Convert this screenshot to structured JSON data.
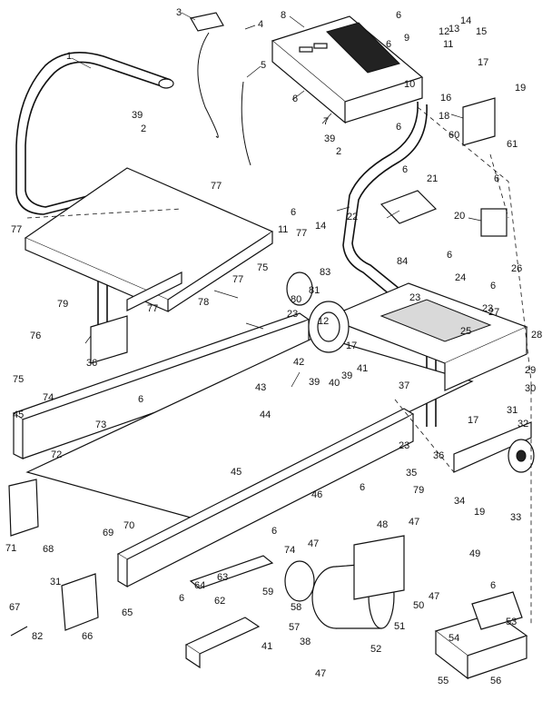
{
  "diagram": {
    "callouts": [
      {
        "id": "c1",
        "text": "1"
      },
      {
        "id": "c2a",
        "text": "2"
      },
      {
        "id": "c2b",
        "text": "2"
      },
      {
        "id": "c3",
        "text": "3"
      },
      {
        "id": "c4",
        "text": "4"
      },
      {
        "id": "c5",
        "text": "5"
      },
      {
        "id": "c6a",
        "text": "6"
      },
      {
        "id": "c6b",
        "text": "6"
      },
      {
        "id": "c6c",
        "text": "6"
      },
      {
        "id": "c6d",
        "text": "6"
      },
      {
        "id": "c6e",
        "text": "6"
      },
      {
        "id": "c6f",
        "text": "6"
      },
      {
        "id": "c6g",
        "text": "6"
      },
      {
        "id": "c6h",
        "text": "6"
      },
      {
        "id": "c6i",
        "text": "6"
      },
      {
        "id": "c6j",
        "text": "6"
      },
      {
        "id": "c6k",
        "text": "6"
      },
      {
        "id": "c6l",
        "text": "6"
      },
      {
        "id": "c6m",
        "text": "6"
      },
      {
        "id": "c6n",
        "text": "6"
      },
      {
        "id": "c7",
        "text": "7"
      },
      {
        "id": "c8",
        "text": "8"
      },
      {
        "id": "c9",
        "text": "9"
      },
      {
        "id": "c10",
        "text": "10"
      },
      {
        "id": "c11a",
        "text": "11"
      },
      {
        "id": "c11b",
        "text": "11"
      },
      {
        "id": "c12a",
        "text": "12"
      },
      {
        "id": "c12b",
        "text": "12"
      },
      {
        "id": "c13",
        "text": "13"
      },
      {
        "id": "c14a",
        "text": "14"
      },
      {
        "id": "c14b",
        "text": "14"
      },
      {
        "id": "c15",
        "text": "15"
      },
      {
        "id": "c16",
        "text": "16"
      },
      {
        "id": "c17a",
        "text": "17"
      },
      {
        "id": "c17b",
        "text": "17"
      },
      {
        "id": "c17c",
        "text": "17"
      },
      {
        "id": "c18",
        "text": "18"
      },
      {
        "id": "c19a",
        "text": "19"
      },
      {
        "id": "c19b",
        "text": "19"
      },
      {
        "id": "c20",
        "text": "20"
      },
      {
        "id": "c21",
        "text": "21"
      },
      {
        "id": "c22",
        "text": "22"
      },
      {
        "id": "c23a",
        "text": "23"
      },
      {
        "id": "c23b",
        "text": "23"
      },
      {
        "id": "c23c",
        "text": "23"
      },
      {
        "id": "c23d",
        "text": "23"
      },
      {
        "id": "c24",
        "text": "24"
      },
      {
        "id": "c25",
        "text": "25"
      },
      {
        "id": "c26",
        "text": "26"
      },
      {
        "id": "c27",
        "text": "27"
      },
      {
        "id": "c28",
        "text": "28"
      },
      {
        "id": "c29",
        "text": "29"
      },
      {
        "id": "c30",
        "text": "30"
      },
      {
        "id": "c31a",
        "text": "31"
      },
      {
        "id": "c31b",
        "text": "31"
      },
      {
        "id": "c32",
        "text": "32"
      },
      {
        "id": "c33",
        "text": "33"
      },
      {
        "id": "c34",
        "text": "34"
      },
      {
        "id": "c35",
        "text": "35"
      },
      {
        "id": "c36a",
        "text": "36"
      },
      {
        "id": "c36b",
        "text": "36"
      },
      {
        "id": "c37",
        "text": "37"
      },
      {
        "id": "c38",
        "text": "38"
      },
      {
        "id": "c39a",
        "text": "39"
      },
      {
        "id": "c39b",
        "text": "39"
      },
      {
        "id": "c39c",
        "text": "39"
      },
      {
        "id": "c39d",
        "text": "39"
      },
      {
        "id": "c40",
        "text": "40"
      },
      {
        "id": "c41a",
        "text": "41"
      },
      {
        "id": "c41b",
        "text": "41"
      },
      {
        "id": "c42",
        "text": "42"
      },
      {
        "id": "c43",
        "text": "43"
      },
      {
        "id": "c44",
        "text": "44"
      },
      {
        "id": "c45a",
        "text": "45"
      },
      {
        "id": "c45b",
        "text": "45"
      },
      {
        "id": "c46",
        "text": "46"
      },
      {
        "id": "c47a",
        "text": "47"
      },
      {
        "id": "c47b",
        "text": "47"
      },
      {
        "id": "c47c",
        "text": "47"
      },
      {
        "id": "c47d",
        "text": "47"
      },
      {
        "id": "c48",
        "text": "48"
      },
      {
        "id": "c49",
        "text": "49"
      },
      {
        "id": "c50",
        "text": "50"
      },
      {
        "id": "c51",
        "text": "51"
      },
      {
        "id": "c52",
        "text": "52"
      },
      {
        "id": "c53",
        "text": "53"
      },
      {
        "id": "c54",
        "text": "54"
      },
      {
        "id": "c55",
        "text": "55"
      },
      {
        "id": "c56",
        "text": "56"
      },
      {
        "id": "c57",
        "text": "57"
      },
      {
        "id": "c58",
        "text": "58"
      },
      {
        "id": "c59",
        "text": "59"
      },
      {
        "id": "c60",
        "text": "60"
      },
      {
        "id": "c61",
        "text": "61"
      },
      {
        "id": "c62",
        "text": "62"
      },
      {
        "id": "c63",
        "text": "63"
      },
      {
        "id": "c64",
        "text": "64"
      },
      {
        "id": "c65",
        "text": "65"
      },
      {
        "id": "c66",
        "text": "66"
      },
      {
        "id": "c67",
        "text": "67"
      },
      {
        "id": "c68",
        "text": "68"
      },
      {
        "id": "c69",
        "text": "69"
      },
      {
        "id": "c70",
        "text": "70"
      },
      {
        "id": "c71",
        "text": "71"
      },
      {
        "id": "c72",
        "text": "72"
      },
      {
        "id": "c73",
        "text": "73"
      },
      {
        "id": "c74a",
        "text": "74"
      },
      {
        "id": "c74b",
        "text": "74"
      },
      {
        "id": "c75a",
        "text": "75"
      },
      {
        "id": "c75b",
        "text": "75"
      },
      {
        "id": "c76",
        "text": "76"
      },
      {
        "id": "c77a",
        "text": "77"
      },
      {
        "id": "c77b",
        "text": "77"
      },
      {
        "id": "c77c",
        "text": "77"
      },
      {
        "id": "c77d",
        "text": "77"
      },
      {
        "id": "c77e",
        "text": "77"
      },
      {
        "id": "c78",
        "text": "78"
      },
      {
        "id": "c79a",
        "text": "79"
      },
      {
        "id": "c79b",
        "text": "79"
      },
      {
        "id": "c80",
        "text": "80"
      },
      {
        "id": "c81",
        "text": "81"
      },
      {
        "id": "c82",
        "text": "82"
      },
      {
        "id": "c83",
        "text": "83"
      },
      {
        "id": "c84",
        "text": "84"
      }
    ]
  }
}
